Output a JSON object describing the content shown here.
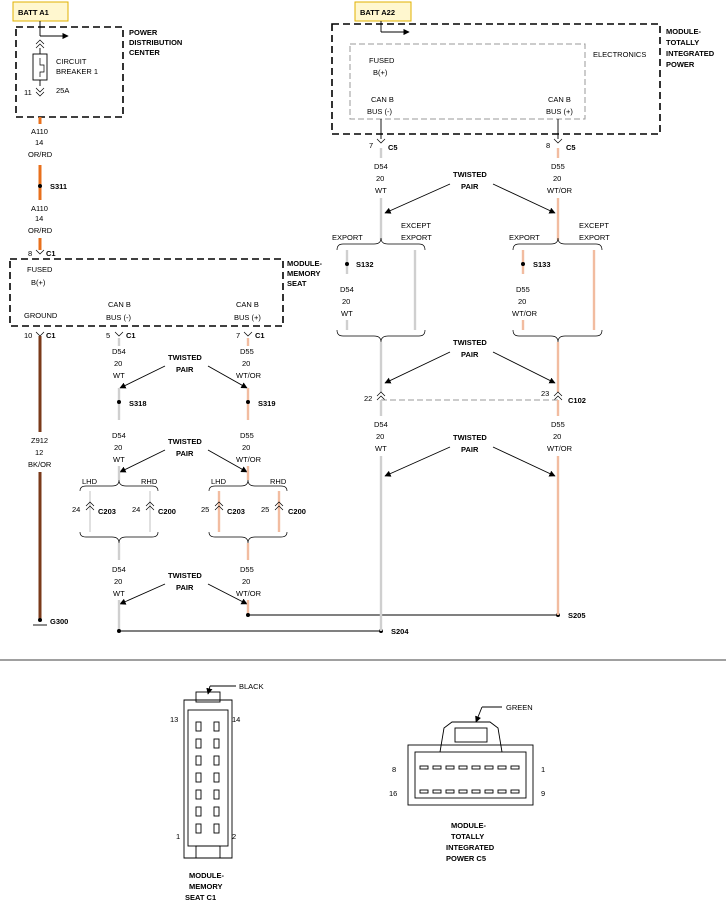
{
  "colors": {
    "or_rd": "#e8701c",
    "wt": "#cfcfcf",
    "wt_or": "#f2bca0",
    "bk_or": "#7a3a1a",
    "header_bg": "#fff7cf",
    "header_border": "#e0b200"
  },
  "headers": {
    "batt_a1": "BATT A1",
    "batt_a22": "BATT A22"
  },
  "pdc": {
    "title_1": "POWER",
    "title_2": "DISTRIBUTION",
    "title_3": "CENTER",
    "cb_1": "CIRCUIT",
    "cb_2": "BREAKER 1",
    "amp": "25A",
    "pin": "11"
  },
  "wire_a110": {
    "circuit": "A110",
    "gauge": "14",
    "color": "OR/RD"
  },
  "splice_s311": "S311",
  "tip": {
    "title_1": "MODULE-",
    "title_2": "TOTALLY",
    "title_3": "INTEGRATED",
    "title_4": "POWER",
    "electronics": "ELECTRONICS",
    "fused_1": "FUSED",
    "fused_2": "B(+)",
    "canb_1": "CAN B",
    "bus_minus": "BUS (-)",
    "bus_plus": "BUS (+)",
    "pin_7": "7",
    "pin_8": "8",
    "conn": "C5"
  },
  "msm": {
    "title_1": "MODULE-",
    "title_2": "MEMORY",
    "title_3": "SEAT",
    "fused_1": "FUSED",
    "fused_2": "B(+)",
    "ground": "GROUND",
    "canb_1": "CAN B",
    "bus_minus": "BUS (-)",
    "bus_plus": "BUS (+)",
    "pin_8": "8",
    "pin_10": "10",
    "pin_5": "5",
    "pin_7": "7",
    "conn": "C1"
  },
  "wire_d54": {
    "circuit": "D54",
    "gauge": "20",
    "color": "WT"
  },
  "wire_d55": {
    "circuit": "D55",
    "gauge": "20",
    "color": "WT/OR"
  },
  "wire_z912": {
    "circuit": "Z912",
    "gauge": "12",
    "color": "BK/OR"
  },
  "twisted": {
    "l1": "TWISTED",
    "l2": "PAIR"
  },
  "export": {
    "export": "EXPORT",
    "except_1": "EXCEPT",
    "except_2": "EXPORT"
  },
  "splices": {
    "s132": "S132",
    "s133": "S133",
    "s318": "S318",
    "s319": "S319",
    "s204": "S204",
    "s205": "S205",
    "g300": "G300"
  },
  "c102": {
    "conn": "C102",
    "pin_22": "22",
    "pin_23": "23"
  },
  "hand": {
    "lhd": "LHD",
    "rhd": "RHD",
    "c203": "C203",
    "c200": "C200",
    "pin_24": "24",
    "pin_25": "25"
  },
  "connector_msm": {
    "color": "BLACK",
    "pin_13": "13",
    "pin_14": "14",
    "pin_1": "1",
    "pin_2": "2",
    "cap_1": "MODULE-",
    "cap_2": "MEMORY",
    "cap_3": "SEAT C1"
  },
  "connector_tip": {
    "color": "GREEN",
    "pin_8": "8",
    "pin_1": "1",
    "pin_16": "16",
    "pin_9": "9",
    "cap_1": "MODULE-",
    "cap_2": "TOTALLY",
    "cap_3": "INTEGRATED",
    "cap_4": "POWER C5"
  }
}
